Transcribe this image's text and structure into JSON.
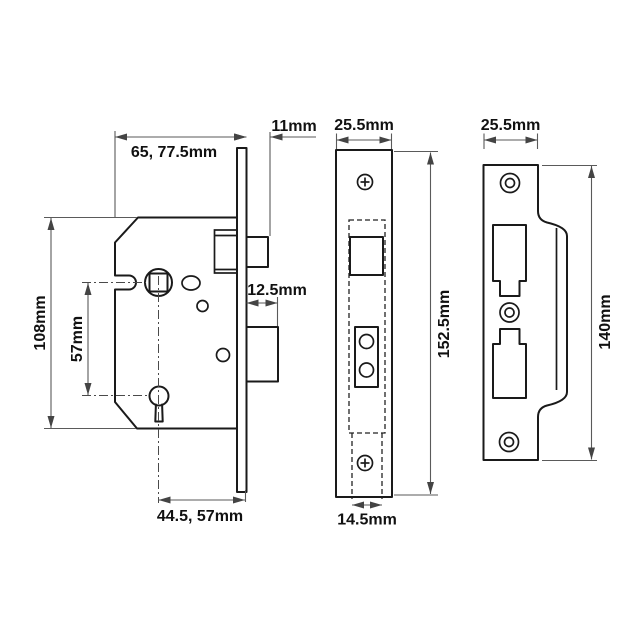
{
  "drawing": {
    "background": "#ffffff",
    "colors": {
      "outline": "#1a1a1a",
      "dimension_line": "#5a5a5a",
      "text": "#111111"
    },
    "views": {
      "lock_case_side": {
        "dims": {
          "case_depth": "65, 77.5mm",
          "latch_projection": "11mm",
          "case_height": "108mm",
          "spindle_to_keyhole": "57mm",
          "deadbolt_projection": "12.5mm",
          "backset": "44.5, 57mm"
        }
      },
      "forend_front": {
        "dims": {
          "width": "25.5mm",
          "height": "152.5mm",
          "slot_width": "14.5mm"
        }
      },
      "strike_plate_front": {
        "dims": {
          "width": "25.5mm",
          "height": "140mm"
        }
      }
    }
  }
}
